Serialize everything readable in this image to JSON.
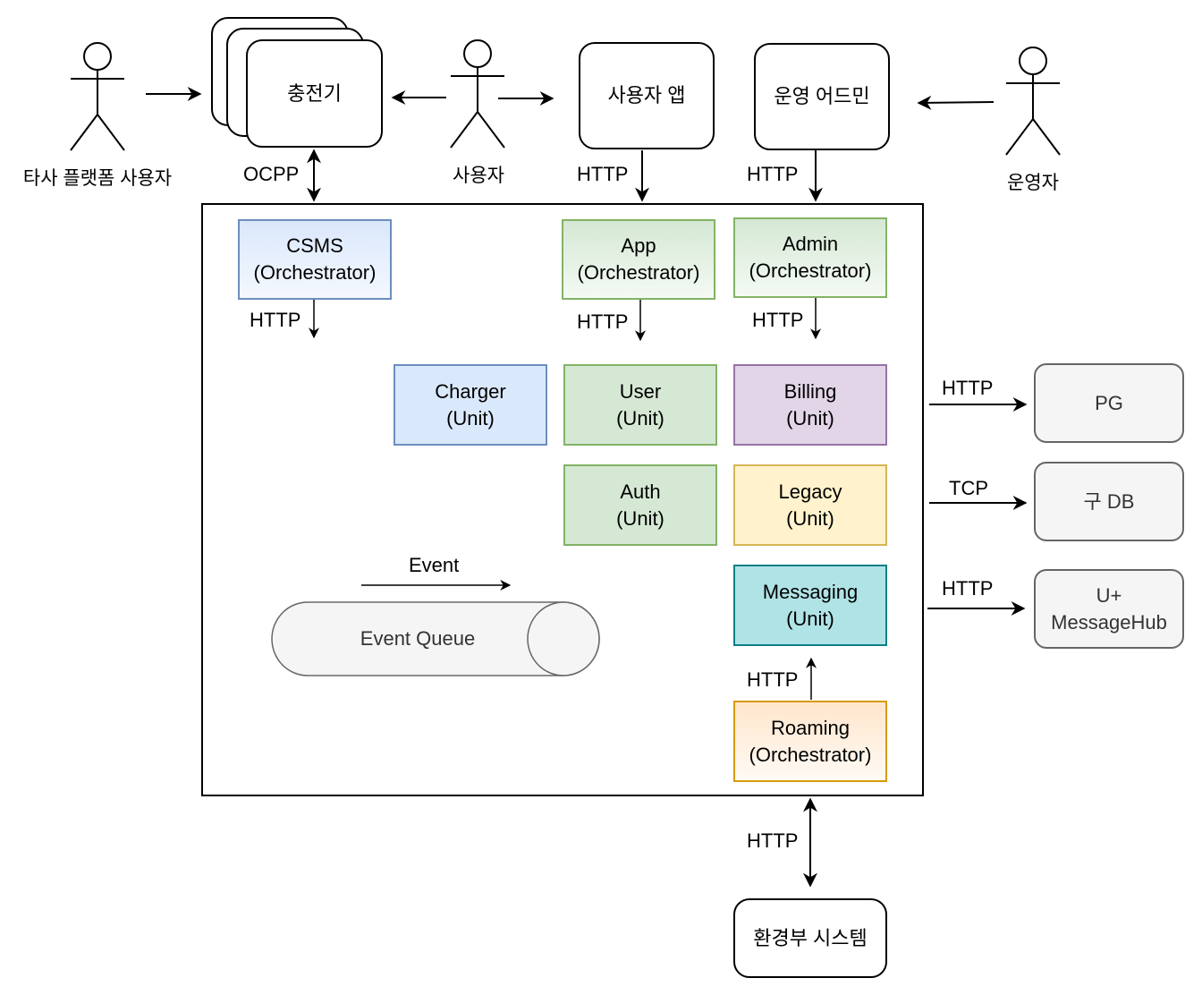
{
  "actors": {
    "other_platform_user": "타사 플랫폼 사용자",
    "user": "사용자",
    "operator": "운영자"
  },
  "top_nodes": {
    "charger": "충전기",
    "user_app": "사용자 앱",
    "ops_admin": "운영 어드민"
  },
  "edge_labels": {
    "ocpp": "OCPP",
    "user_app_http": "HTTP",
    "admin_http": "HTTP",
    "csms_http": "HTTP",
    "app_http": "HTTP",
    "admin_orch_http": "HTTP",
    "roaming_http": "HTTP",
    "pg_http": "HTTP",
    "legacy_db_tcp": "TCP",
    "messagehub_http": "HTTP",
    "env_http": "HTTP",
    "event": "Event"
  },
  "services": {
    "csms": "CSMS\n(Orchestrator)",
    "app": "App\n(Orchestrator)",
    "admin": "Admin\n(Orchestrator)",
    "charger_unit": "Charger\n(Unit)",
    "user_unit": "User\n(Unit)",
    "billing_unit": "Billing\n(Unit)",
    "auth_unit": "Auth\n(Unit)",
    "legacy_unit": "Legacy\n(Unit)",
    "messaging_unit": "Messaging\n(Unit)",
    "roaming": "Roaming\n(Orchestrator)",
    "event_queue": "Event Queue"
  },
  "external": {
    "pg": "PG",
    "legacy_db": "구 DB",
    "messagehub": "U+\nMessageHub",
    "env_ministry": "환경부 시스템"
  },
  "colors": {
    "blue_fill": "#dae8fc",
    "blue_stroke": "#6c8ebf",
    "green_fill": "#d5e8d4",
    "green_stroke": "#82b366",
    "purple_fill": "#e1d5e7",
    "purple_stroke": "#9673a6",
    "yellow_fill": "#fff2cc",
    "yellow_stroke": "#d6b656",
    "teal_fill": "#b0e3e6",
    "teal_stroke": "#0e8088",
    "orange_fill": "#ffe6cc",
    "orange_stroke": "#d79b00",
    "ext_fill": "#f5f5f5",
    "ext_stroke": "#666666"
  }
}
